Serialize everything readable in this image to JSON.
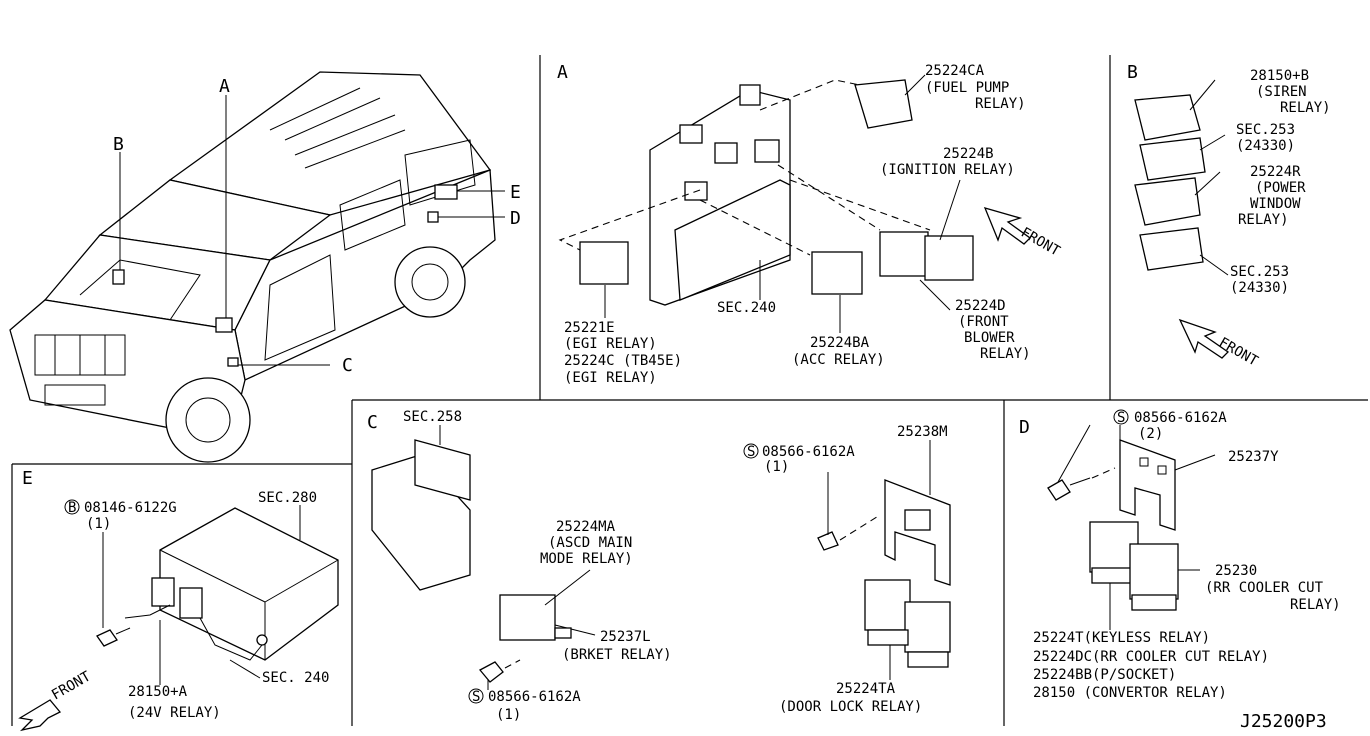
{
  "diagram_id": "J25200P3",
  "overview": {
    "markers": [
      "A",
      "B",
      "C",
      "D",
      "E"
    ]
  },
  "section_a": {
    "letter": "A",
    "front": "FRONT",
    "fuel_pump": {
      "part": "25224CA",
      "desc1": "(FUEL PUMP",
      "desc2": "RELAY)"
    },
    "ignition": {
      "part": "25224B",
      "desc1": "(IGNITION RELAY)"
    },
    "sec240": "SEC.240",
    "egi": {
      "part": "25221E",
      "desc1": "(EGI RELAY)",
      "part2": "25224C (TB45E)",
      "desc2": "(EGI RELAY)"
    },
    "acc": {
      "part": "25224BA",
      "desc1": "(ACC RELAY)"
    },
    "blower": {
      "part": "25224D",
      "desc1": "(FRONT",
      "desc2": "BLOWER",
      "desc3": "RELAY)"
    }
  },
  "section_b": {
    "letter": "B",
    "front": "FRONT",
    "siren": {
      "part": "28150+B",
      "desc1": "(SIREN",
      "desc2": "RELAY)"
    },
    "sec253a": {
      "part": "SEC.253",
      "desc1": "(24330)"
    },
    "power_window": {
      "part": "25224R",
      "desc1": "(POWER",
      "desc2": "WINDOW",
      "desc3": "RELAY)"
    },
    "sec253b": {
      "part": "SEC.253",
      "desc1": "(24330)"
    }
  },
  "section_c": {
    "letter": "C",
    "sec258": "SEC.258",
    "ascd": {
      "part": "25224MA",
      "desc1": "(ASCD MAIN",
      "desc2": "MODE RELAY)"
    },
    "bracket": {
      "part": "25237L",
      "desc1": "(BRKET RELAY)"
    },
    "screw": {
      "symbol": "S",
      "part": "08566-6162A",
      "qty": "(1)"
    },
    "bracket_m": {
      "part": "25238M"
    },
    "screw2": {
      "symbol": "S",
      "part": "08566-6162A",
      "qty": "(1)"
    },
    "door_lock": {
      "part": "25224TA",
      "desc1": "(DOOR LOCK RELAY)"
    }
  },
  "section_d": {
    "letter": "D",
    "screw": {
      "symbol": "S",
      "part": "08566-6162A",
      "qty": "(2)"
    },
    "bracket": {
      "part": "25237Y"
    },
    "rr_cooler": {
      "part": "25230",
      "desc1": "(RR COOLER CUT",
      "desc2": "RELAY)"
    },
    "list": [
      "25224T(KEYLESS RELAY)",
      "25224DC(RR COOLER CUT RELAY)",
      "25224BB(P/SOCKET)",
      "28150 (CONVERTOR RELAY)"
    ]
  },
  "section_e": {
    "letter": "E",
    "bolt": {
      "symbol": "B",
      "part": "08146-6122G",
      "qty": "(1)"
    },
    "sec280": "SEC.280",
    "front": "FRONT",
    "relay": {
      "part": "28150+A",
      "desc1": "(24V RELAY)"
    },
    "sec240": "SEC. 240"
  }
}
